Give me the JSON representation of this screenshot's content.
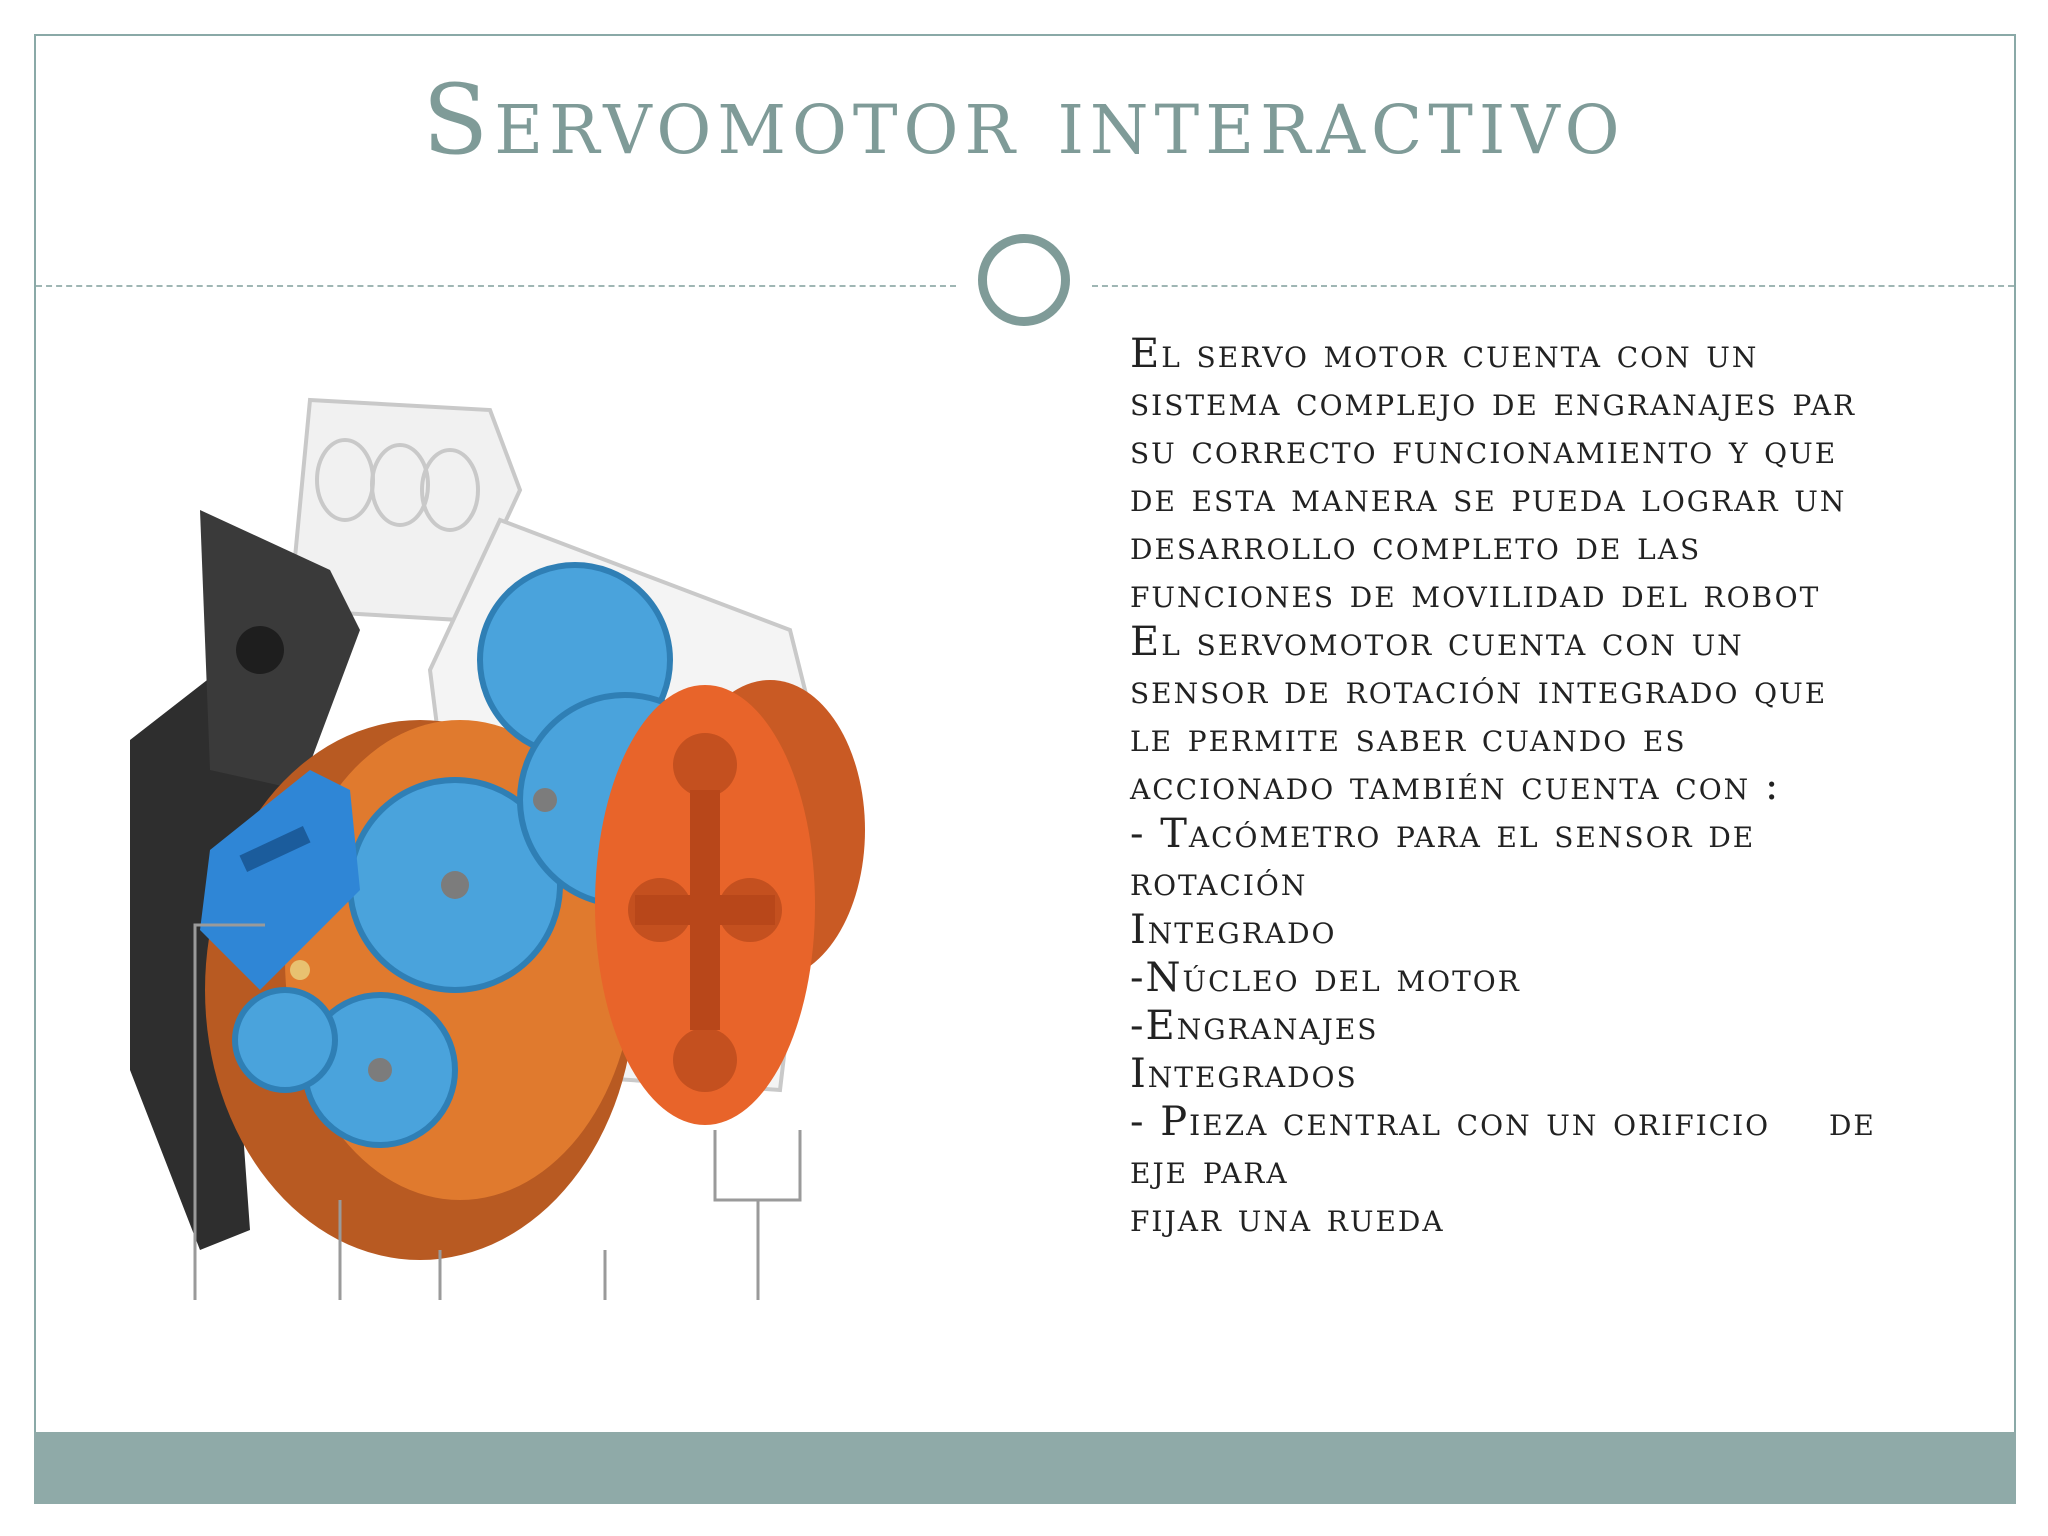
{
  "slide": {
    "title": "Servomotor interactivo",
    "body_lines": [
      "El servo motor cuenta con un",
      "sistema complejo de engranajes par",
      "su correcto funcionamiento y que",
      "de esta manera se pueda lograr un",
      "desarrollo completo de las",
      "funciones de movilidad del robot",
      "El servomotor cuenta con un",
      "sensor de rotación integrado que",
      "le permite saber cuando es",
      "accionado también cuenta con :",
      "- Tacómetro para el sensor de",
      "rotación",
      "Integrado",
      "-Núcleo del motor",
      "-Engranajes",
      "Integrados",
      "- Pieza central con un orificio    de",
      "eje para",
      "fijar una rueda"
    ]
  },
  "colors": {
    "accent": "#7f9b98",
    "footer": "#8faaa8",
    "text": "#222222",
    "gear_blue": "#4aa3dc",
    "gear_orange": "#e8642a",
    "housing_orange": "#b85a22",
    "housing_dark": "#2b2b2b"
  },
  "figure": {
    "icon": "servo-motor-exploded-illustration"
  }
}
